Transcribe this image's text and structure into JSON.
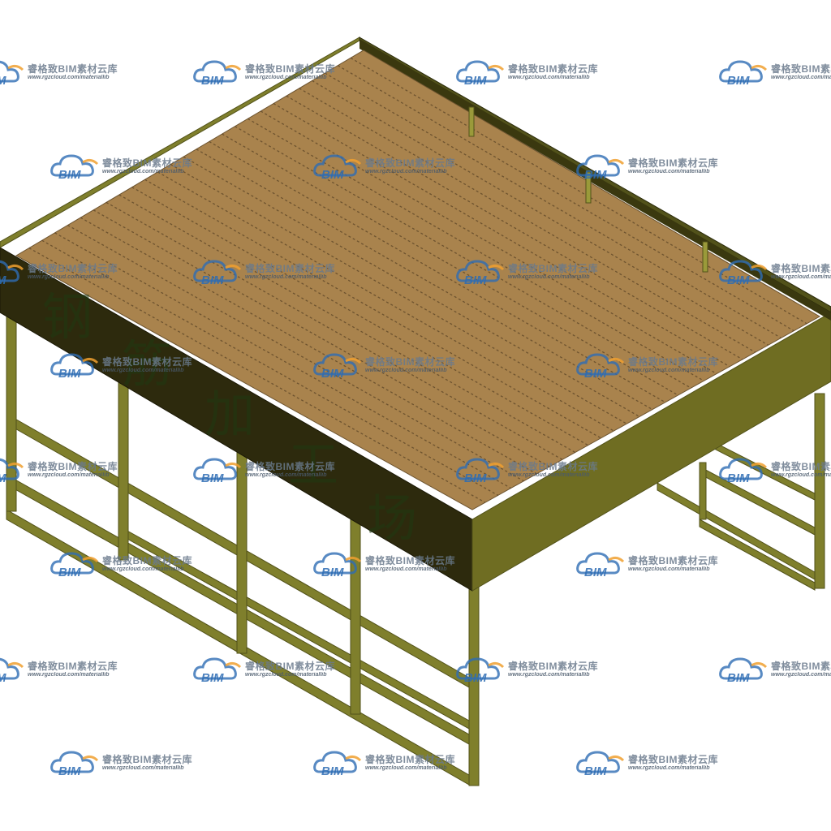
{
  "sign": {
    "chars": [
      "钢",
      "筋",
      "加",
      "工",
      "场"
    ]
  },
  "watermark": {
    "brand": "睿格致BIM素材云库",
    "url": "www.rgzcloud.com/materiallib",
    "logo_text": "BIM"
  },
  "colors": {
    "frame": "#7f7f2c",
    "frame_dark": "#52521a",
    "frame_light": "#9a9a3a",
    "roof": "#a9834d",
    "roof_line": "#5a4326",
    "wall_dark": "#2d2a0d",
    "wall_front": "#6f6d22",
    "logo_blue": "#2e6db4",
    "logo_orange": "#f0a030"
  }
}
